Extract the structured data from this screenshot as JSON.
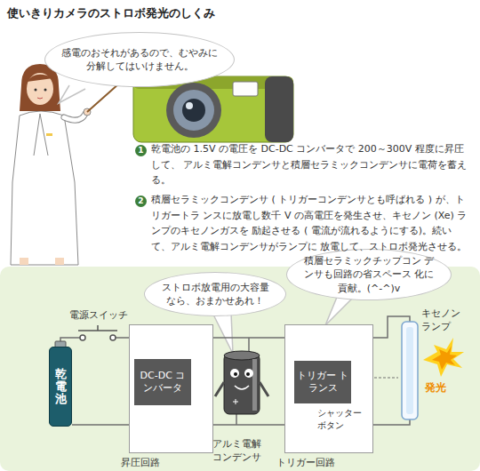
{
  "diagram": {
    "title": "使いきりカメラのストロボ発光のしくみ",
    "nodes": [
      {
        "text": [
          "感電のおそれがあるので、むやみに 分解してはいけません。"
        ]
      },
      {
        "text": [
          "積層セラミックチップコン デンサも回路の省スペース 化に貢献。(^-^)v"
        ]
      },
      {
        "text": [
          "ストロボ放電用の大容量 なら、おまかせあれ！"
        ]
      },
      {
        "text": [
          "乾電池"
        ]
      },
      {
        "text": [
          "昇圧回路"
        ]
      },
      {
        "text": [
          "DC-DC コンバータ"
        ],
        "in": 4
      },
      {
        "text": [
          "トリガー回路"
        ]
      },
      {
        "text": [
          "トリガー トランス"
        ],
        "in": 6
      }
    ],
    "edges": [
      {
        "from": 3,
        "to": 4,
        "arrow": "none"
      },
      {
        "from": 4,
        "to": 6,
        "arrow": "none"
      }
    ],
    "labels": [
      "1",
      "乾電池の 1.5V の電圧を DC-DC コンバータで 200～300V 程度に昇圧して、 アルミ電解コンデンサと積層セラミックコンデンサに電荷を蓄える。",
      "2",
      "積層セラミックコンデンサ ( トリガーコンデンサとも呼ばれる ) が、トリガートラ ンスに放電し数千 V の高電圧を発生させ、キセノン (Xe) ランプのキセノンガスを 励起させる ( 電流が流れるようにする)。続いて、アルミ電解コンデンサがランプに 放電して、ストロボ発光させる。",
      "電源スイッチ",
      "アルミ電解 コンデンサ",
      "シャッター ボタン",
      "キセノン ランプ",
      "発光"
    ]
  }
}
